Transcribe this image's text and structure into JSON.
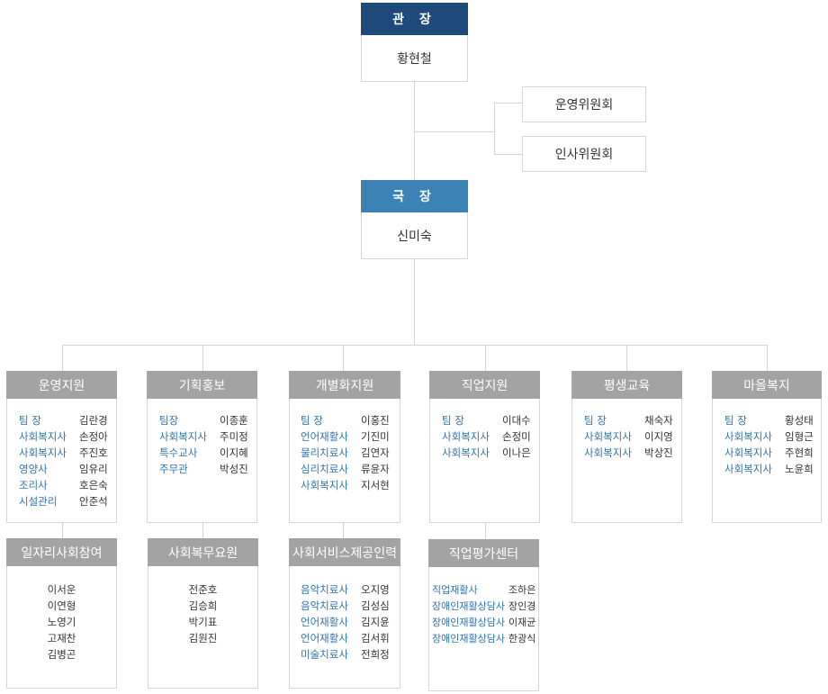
{
  "director": {
    "title": "관 장",
    "name": "황현철"
  },
  "committees": [
    {
      "label": "운영위원회"
    },
    {
      "label": "인사위원회"
    }
  ],
  "bureau_chief": {
    "title": "국 장",
    "name": "신미숙"
  },
  "departments": [
    {
      "name": "운영지원",
      "members": [
        {
          "role": "팀 장",
          "name": "김란경"
        },
        {
          "role": "사회복지사",
          "name": "손정아"
        },
        {
          "role": "사회복지사",
          "name": "주진호"
        },
        {
          "role": "영양사",
          "name": "임유리"
        },
        {
          "role": "조리사",
          "name": "호은숙"
        },
        {
          "role": "시설관리",
          "name": "안준석"
        }
      ]
    },
    {
      "name": "기획홍보",
      "members": [
        {
          "role": "팀장",
          "name": "이종훈"
        },
        {
          "role": "사회복지사",
          "name": "주미정"
        },
        {
          "role": "특수교사",
          "name": "이지혜"
        },
        {
          "role": "주무관",
          "name": "박성진"
        }
      ]
    },
    {
      "name": "개별화지원",
      "members": [
        {
          "role": "팀 장",
          "name": "이홍진"
        },
        {
          "role": "언어재활사",
          "name": "기진미"
        },
        {
          "role": "물리치료사",
          "name": "김연자"
        },
        {
          "role": "심리치료사",
          "name": "류윤자"
        },
        {
          "role": "사회복지사",
          "name": "지서현"
        }
      ]
    },
    {
      "name": "직업지원",
      "members": [
        {
          "role": "팀 장",
          "name": "이대수"
        },
        {
          "role": "사회복지사",
          "name": "손정미"
        },
        {
          "role": "사회복지사",
          "name": "이나은"
        }
      ]
    },
    {
      "name": "평생교육",
      "members": [
        {
          "role": "팀 장",
          "name": "채숙자"
        },
        {
          "role": "사회복지사",
          "name": "이지영"
        },
        {
          "role": "사회복지사",
          "name": "박상진"
        }
      ]
    },
    {
      "name": "마을복지",
      "members": [
        {
          "role": "팀 장",
          "name": "황성태"
        },
        {
          "role": "사회복지사",
          "name": "임형근"
        },
        {
          "role": "사회복지사",
          "name": "주현희"
        },
        {
          "role": "사회복지사",
          "name": "노윤희"
        }
      ]
    }
  ],
  "sub_units": [
    {
      "name": "일자리사회참여",
      "people": [
        "이서운",
        "이연형",
        "노영기",
        "고재찬",
        "김병곤"
      ]
    },
    {
      "name": "사회복무요원",
      "people": [
        "전준호",
        "김승희",
        "박기표",
        "김원진"
      ]
    },
    {
      "name": "사회서비스제공인력",
      "members": [
        {
          "role": "음악치료사",
          "name": "오지영"
        },
        {
          "role": "음악치료사",
          "name": "김성심"
        },
        {
          "role": "언어재활사",
          "name": "김지윤"
        },
        {
          "role": "언어재활사",
          "name": "김서휘"
        },
        {
          "role": "미술치료사",
          "name": "전희정"
        }
      ]
    },
    {
      "name": "직업평가센터",
      "members": [
        {
          "role": "직업재활사",
          "name": "조하은"
        },
        {
          "role": "장애인재활상담사",
          "name": "장인경"
        },
        {
          "role": "장애인재활상담사",
          "name": "이재균"
        },
        {
          "role": "장애인재활상담사",
          "name": "한광식"
        }
      ]
    }
  ],
  "colors": {
    "director": "#1d4a7a",
    "bureau_chief": "#3d82b5",
    "department": "#a3a3a3",
    "role_text": "#2f73ad",
    "line": "#d4d4d4"
  }
}
